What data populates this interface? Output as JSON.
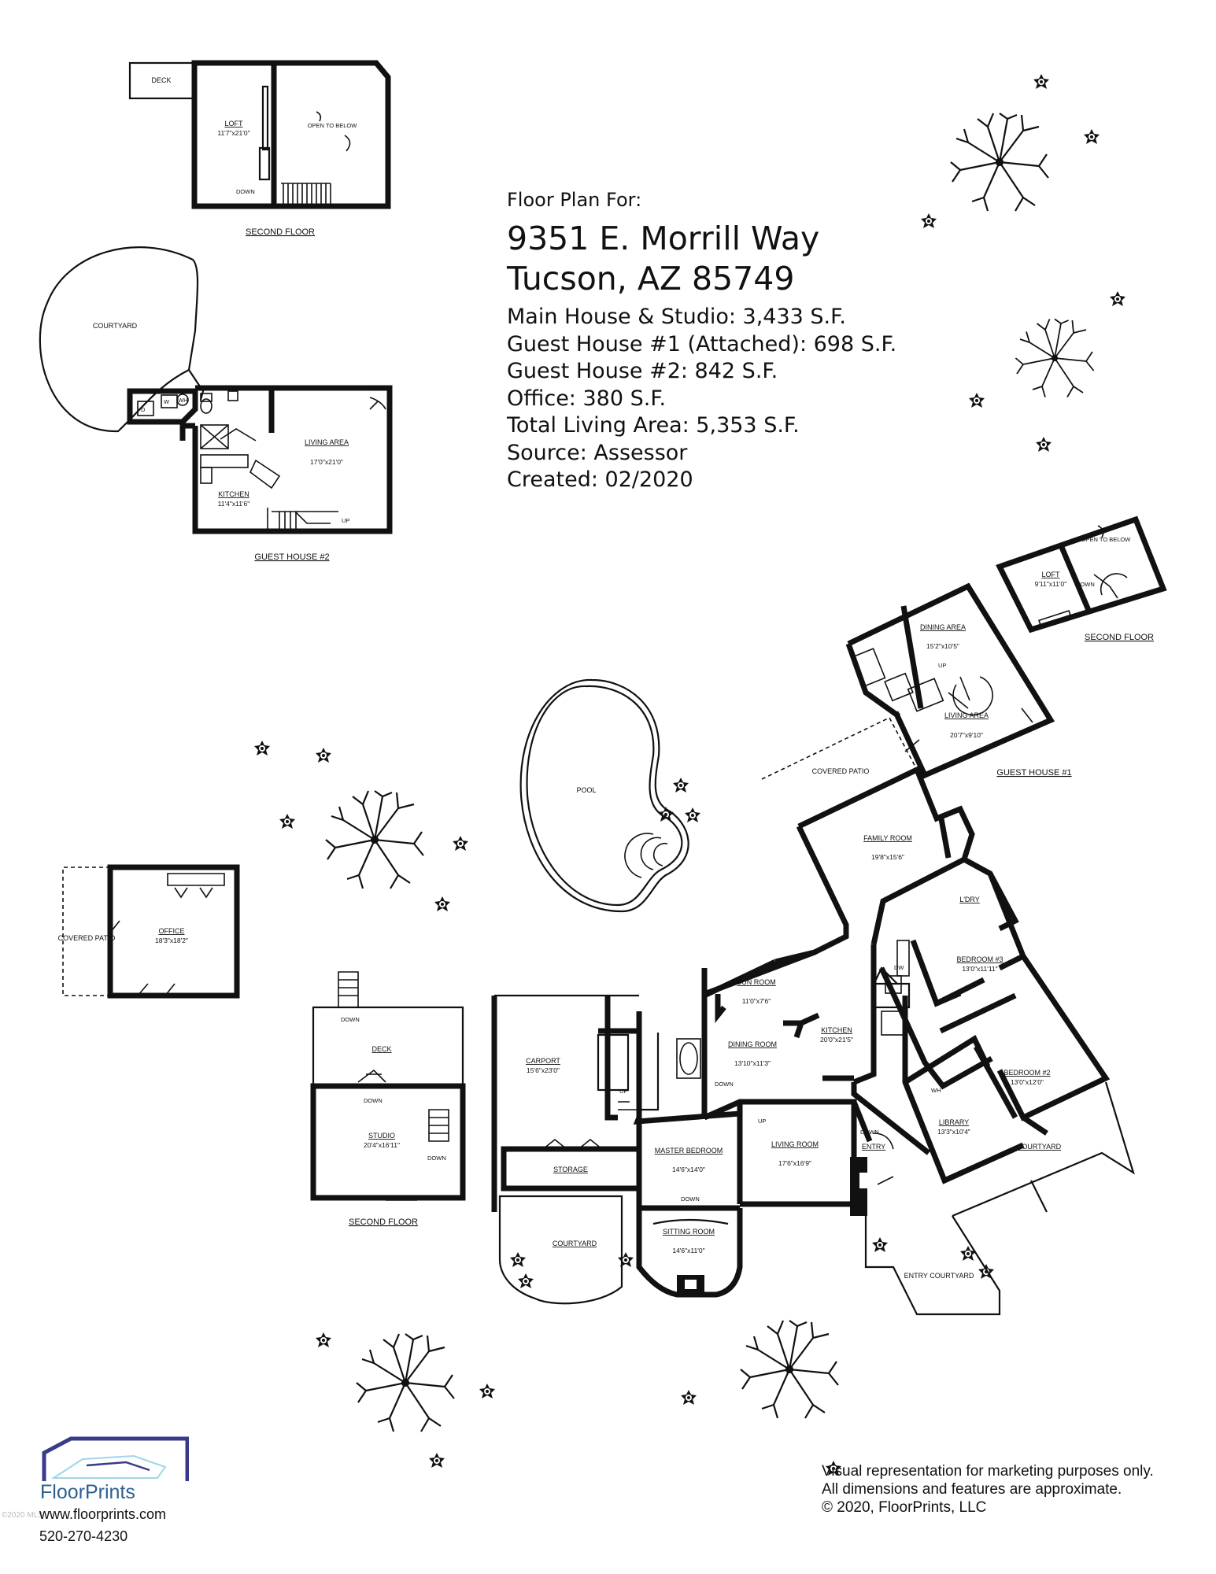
{
  "info": {
    "heading": "Floor Plan For:",
    "address_line1": "9351 E. Morrill Way",
    "address_line2": "Tucson, AZ  85749",
    "lines": [
      "Main House & Studio:  3,433 S.F.",
      "Guest House #1 (Attached):  698 S.F.",
      "Guest House #2:  842 S.F.",
      "Office:  380 S.F.",
      "Total Living Area:  5,353 S.F.",
      "Source:  Assessor",
      "Created:  02/2020"
    ]
  },
  "sections": {
    "second_floor_a": "SECOND FLOOR",
    "guest_house_2": "GUEST HOUSE #2",
    "second_floor_b": "SECOND FLOOR",
    "guest_house_1": "GUEST HOUSE #1",
    "second_floor_c": "SECOND FLOOR"
  },
  "rooms": {
    "deck_top": "DECK",
    "loft_a": {
      "name": "LOFT",
      "dims": "11'7\"x21'0\""
    },
    "open_a": "OPEN TO BELOW",
    "courtyard_top": "COURTYARD",
    "living_gh2": {
      "name": "LIVING AREA",
      "dims": "17'0\"x21'0\""
    },
    "kitchen_gh2": {
      "name": "KITCHEN",
      "dims": "11'4\"x11'6\""
    },
    "loft_b": {
      "name": "LOFT",
      "dims": "9'11\"x11'0\""
    },
    "open_b": "OPEN TO BELOW",
    "dining_gh1": {
      "name": "DINING AREA",
      "dims": "15'2\"x10'5\""
    },
    "living_gh1": {
      "name": "LIVING AREA",
      "dims": "20'7\"x9'10\""
    },
    "covered_patio_main": "COVERED PATIO",
    "pool": "POOL",
    "family": {
      "name": "FAMILY ROOM",
      "dims": "19'8\"x15'6\""
    },
    "laundry": "L'DRY",
    "bed3": {
      "name": "BEDROOM #3",
      "dims": "13'0\"x11'11\""
    },
    "bed2": {
      "name": "BEDROOM #2",
      "dims": "13'0\"x12'0\""
    },
    "library": {
      "name": "LIBRARY",
      "dims": "13'3\"x10'4\""
    },
    "courtyard_right": "COURTYARD",
    "entry": "ENTRY",
    "entry_courtyard": "ENTRY COURTYARD",
    "sun": {
      "name": "SUN ROOM",
      "dims": "11'0\"x7'6\""
    },
    "dining": {
      "name": "DINING ROOM",
      "dims": "13'10\"x11'3\""
    },
    "kitchen": {
      "name": "KITCHEN",
      "dims": "20'0\"x21'5\""
    },
    "living": {
      "name": "LIVING ROOM",
      "dims": "17'6\"x16'9\""
    },
    "master": {
      "name": "MASTER BEDROOM",
      "dims": "14'6\"x14'0\""
    },
    "sitting": {
      "name": "SITTING ROOM",
      "dims": "14'6\"x11'0\""
    },
    "carport": {
      "name": "CARPORT",
      "dims": "15'6\"x23'0\""
    },
    "storage": "STORAGE",
    "courtyard_bottom": "COURTYARD",
    "office": {
      "name": "OFFICE",
      "dims": "18'3\"x18'2\""
    },
    "covered_patio_office": "COVERED PATIO",
    "deck_studio": "DECK",
    "studio": {
      "name": "STUDIO",
      "dims": "20'4\"x16'11\""
    }
  },
  "tags": {
    "down": "DOWN",
    "up": "UP",
    "d": "D",
    "w": "W",
    "wh": "WH",
    "dw": "DW"
  },
  "logo": {
    "name": "FloorPrints",
    "url": "www.floorprints.com",
    "phone": "520-270-4230",
    "watermark": "©2020 MLS"
  },
  "disclaimer": {
    "line1": "Visual representation for marketing purposes only.",
    "line2": "All dimensions and features are approximate.",
    "line3": "© 2020, FloorPrints, LLC"
  },
  "colors": {
    "logo_roof": "#3a3a8c",
    "logo_text": "#2e5f8f",
    "logo_accent": "#9fd6e6"
  }
}
